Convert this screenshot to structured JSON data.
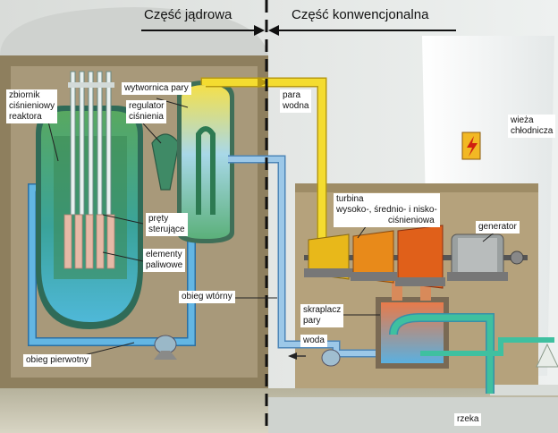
{
  "header": {
    "left": "Część jądrowa",
    "right": "Część konwencjonalna"
  },
  "labels": {
    "zbiornik": [
      "zbiornik",
      "ciśnieniowy",
      "reaktora"
    ],
    "wytwornica": "wytwornica pary",
    "regulator": [
      "regulator",
      "ciśnienia"
    ],
    "para": [
      "para",
      "wodna"
    ],
    "wieza": [
      "wieża",
      "chłodnicza"
    ],
    "turbina": [
      "turbina",
      "wysoko-, średnio- i nisko-",
      "ciśnieniowa"
    ],
    "generator": "generator",
    "prety": [
      "pręty",
      "sterujące"
    ],
    "elementy": [
      "elementy",
      "paliwowe"
    ],
    "obieg_wtorny": "obieg wtórny",
    "skraplacz": [
      "skraplacz",
      "pary"
    ],
    "woda": "woda",
    "obieg_pierwotny": "obieg pierwotny",
    "rzeka": "rzeka"
  },
  "colors": {
    "primary_loop": "#5cb3e0",
    "reactor_water": "#3aa89a",
    "steam": "#f2d62a",
    "turbine_hp": "#e8b81a",
    "turbine_mp": "#e88a1a",
    "turbine_lp": "#e0601a",
    "building_nuclear": "#a39372",
    "building_conv": "#b8a57e",
    "sky": "#e7ecec"
  },
  "icons": {
    "high_voltage": "lightning-bolt-icon"
  }
}
